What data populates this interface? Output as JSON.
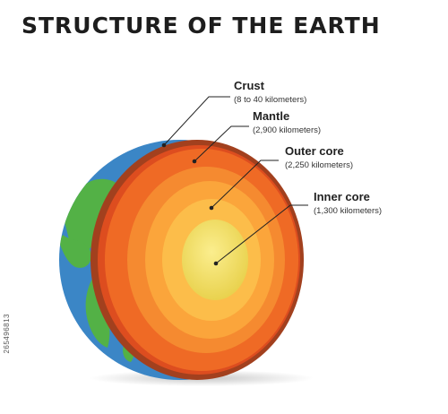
{
  "title": "STRUCTURE OF THE EARTH",
  "layers": [
    {
      "name": "Crust",
      "detail": "(8 to 40 kilometers)",
      "color": "#a2401e"
    },
    {
      "name": "Mantle",
      "detail": "(2,900 kilometers)",
      "color": "#ef6a25"
    },
    {
      "name": "Outer core",
      "detail": "(2,250 kilometers)",
      "color": "#fba53b"
    },
    {
      "name": "Inner core",
      "detail": "(1,300 kilometers)",
      "color": "#f7e36b"
    }
  ],
  "surface": {
    "ocean_color": "#3b86c6",
    "land_color": "#53b146"
  },
  "stock_id": "265496813"
}
